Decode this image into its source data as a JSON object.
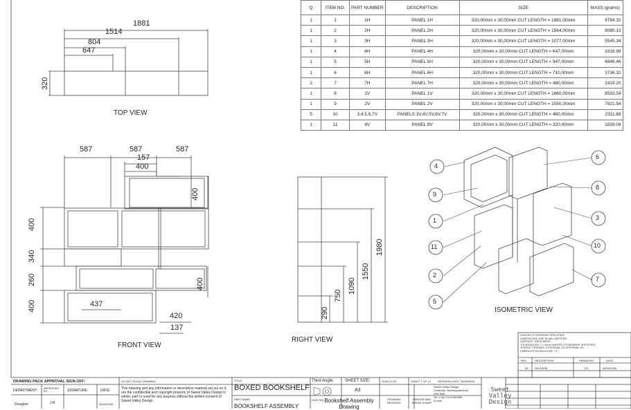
{
  "bom": {
    "headers": [
      "Q",
      "ITEM NO.",
      "PART NUMBER",
      "DESCRIPTION",
      "SIZE",
      "MASS (grams)"
    ],
    "rows": [
      [
        "1",
        "1",
        "1H",
        "PANEL 1H",
        "320,00mm x 30,00mm  CUT LENGTH = 1881,00mm",
        "9784.32"
      ],
      [
        "1",
        "2",
        "2H",
        "PANEL 2H",
        "320,00mm x 30,00mm  CUT LENGTH = 1564,00mm",
        "8080.13"
      ],
      [
        "1",
        "3",
        "3H",
        "PANEL 3H",
        "320,00mm x 30,00mm  CUT LENGTH = 1077,00mm",
        "5545.34"
      ],
      [
        "1",
        "4",
        "4H",
        "PANEL 4H",
        "320,00mm x 30,00mm  CUT LENGTH = 647,00mm",
        "3316.99"
      ],
      [
        "1",
        "5",
        "5H",
        "PANEL 5H",
        "320,00mm x 30,00mm  CUT LENGTH = 947,00mm",
        "4846.46"
      ],
      [
        "1",
        "6",
        "6H",
        "PANEL 6H",
        "320,00mm x 30,00mm  CUT LENGTH = 710,00mm",
        "3736.32"
      ],
      [
        "2",
        "7",
        "7H",
        "PANEL 7H",
        "320,00mm x 30,00mm  CUT LENGTH = 480,00mm",
        "2419.20"
      ],
      [
        "1",
        "8",
        "1V",
        "PANEL 1V",
        "320,00mm x 30,00mm  CUT LENGTH = 1660,00mm",
        "8593.54"
      ],
      [
        "1",
        "9",
        "2V",
        "PANEL 2V",
        "320,00mm x 30,00mm  CUT LENGTH = 1550,00mm",
        "7921.54"
      ],
      [
        "5",
        "10",
        "3,4,5,6,7V",
        "PANELS 3V,4V,5V,6V,7V",
        "320,00mm x 30,00mm  CUT LENGTH = 460,00mm",
        "2311.68"
      ],
      [
        "1",
        "11",
        "8V",
        "PANEL 8V",
        "320,00mm x 30,00mm  CUT LENGTH = 320,00mm",
        "1559.04"
      ]
    ]
  },
  "top_view": {
    "label": "TOP VIEW",
    "dims": [
      "1881",
      "1514",
      "804",
      "647",
      "320"
    ]
  },
  "front_view": {
    "label": "FRONT VIEW",
    "dims_top": [
      "587",
      "587",
      "587",
      "157",
      "400"
    ],
    "dims_left": [
      "400",
      "340",
      "260",
      "400"
    ],
    "dims_right": [
      "400",
      "400"
    ],
    "dims_inner": [
      "437",
      "420",
      "137"
    ]
  },
  "right_view": {
    "label": "RIGHT VIEW",
    "dims": [
      "1980",
      "1550",
      "1090",
      "750",
      "290"
    ]
  },
  "isometric_view": {
    "label": "ISOMETRIC VIEW",
    "balloons": [
      "4",
      "9",
      "1",
      "11",
      "2",
      "5",
      "6",
      "8",
      "3",
      "10",
      "7"
    ]
  },
  "title_block": {
    "approval_title": "DRAWING PACK APPROVAL SIGN-OFF:",
    "department": "DEPARTMENT:",
    "approved_by": "APPROVED BY:",
    "signature": "SIGNATURE:",
    "date": "DATE:",
    "designer": "Designer",
    "designer_initials": "J.R",
    "designer_date": "06/04/2006",
    "do_not_scale": "DO NOT SCALE DRAWING",
    "confidential": "This drawing and any information or descriptive material set out on it, are the confidential and copyright property of Sweet Valley Design in whole, part or used for any purpose without the written consent of Sweet Valley Design",
    "title_label": "TITLE:",
    "title": "BOXED BOOKSHELF",
    "part_name_label": "PART NAME:",
    "part_name": "BOOKSHELF ASSEMBLY",
    "third_angle": "Third Angle:",
    "sheet_size_label": "SHEET SIZE:",
    "sheet_size": "A3",
    "dwg_no_label": "DWG NO.",
    "dwg_no": "Bookshelf Assembly Drawing",
    "scale": "SCALE1:20",
    "sheet": "SHEET 1 OF 12",
    "revision_date": "REVISION DATE: 2006/04/06",
    "drawing_revision": "DRAWING REVISION:",
    "deburr": "DEBURR AND BREAK SHARP",
    "company": "Sweet Valley Design",
    "address1": "Chesham, Buckinghamshire,",
    "address2": "HP5 3AE",
    "tel": "Tel: (+44) 7415 651899",
    "email": "E-mail:",
    "logo": "Sweet Valley Design"
  },
  "notes": {
    "lines": [
      "UNLESS OTHERWISE SPECIFIED:",
      "DIMENSIONS ARE IN MILLIMETERS",
      "SURFACE TREATMENT:",
      "TOLERANCES: +/- 4mm UNLESS OTHERWISE SPECIFIED",
      "SCREW THREADS: EXTERNAL 6G INTERNAL 6H",
      "FABRICATION ANGULAR: +1°"
    ]
  },
  "revision": {
    "headers": [
      "REV",
      "DESCRIPTION",
      "DRAWN BY",
      "DATE"
    ],
    "rev": "A1",
    "description": "RELEASE",
    "drawn_by": "J.R",
    "date": "06/04/2006"
  }
}
